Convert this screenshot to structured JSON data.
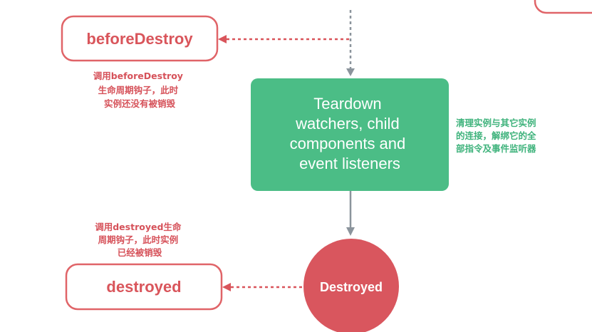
{
  "before_destroy": {
    "label": "beforeDestroy",
    "note": [
      "调用beforeDestroy",
      "生命周期钩子，此时",
      "实例还没有被销毁"
    ]
  },
  "teardown": {
    "lines": [
      "Teardown",
      "watchers, child",
      "components and",
      "event listeners"
    ],
    "note": [
      "清理实例与其它实例",
      "的连接，解绑它的全",
      "部指令及事件监听器"
    ]
  },
  "destroyed_state": {
    "label": "Destroyed"
  },
  "destroyed": {
    "label": "destroyed",
    "note": [
      "调用destroyed生命",
      "周期钩子，此时实例",
      "已经被销毁"
    ]
  },
  "colors": {
    "hook_red": "#d9555b",
    "process_green": "#4bbd86",
    "state_red": "#d9565e",
    "connector_grey": "#8b949c"
  }
}
